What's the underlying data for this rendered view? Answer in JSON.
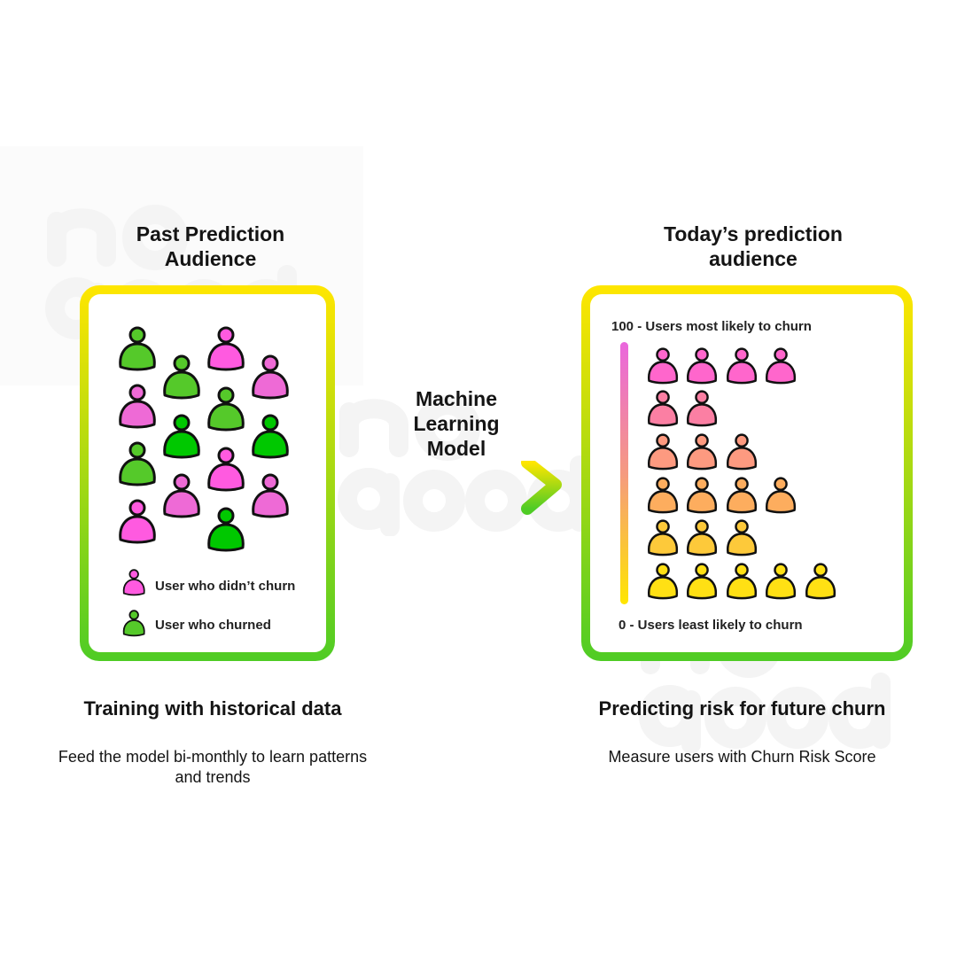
{
  "watermark": "no good",
  "left": {
    "title": "Past Prediction Audience",
    "legend": [
      {
        "label": "User who didn’t churn",
        "color": "#ff5ae0"
      },
      {
        "label": "User who churned",
        "color": "#55c92a"
      }
    ],
    "caption": "Training with historical data",
    "description": "Feed the model bi-monthly to learn patterns and trends",
    "users": [
      {
        "col": 0,
        "row": 0,
        "color": "#55c92a"
      },
      {
        "col": 0,
        "row": 1,
        "color": "#ee6ad6"
      },
      {
        "col": 0,
        "row": 2,
        "color": "#55c92a"
      },
      {
        "col": 0,
        "row": 3,
        "color": "#ff5ae0"
      },
      {
        "col": 1,
        "row": 0,
        "color": "#55c92a"
      },
      {
        "col": 1,
        "row": 1,
        "color": "#00c800"
      },
      {
        "col": 1,
        "row": 2,
        "color": "#ee6ad6"
      },
      {
        "col": 2,
        "row": 0,
        "color": "#ff5ae0"
      },
      {
        "col": 2,
        "row": 1,
        "color": "#55c92a"
      },
      {
        "col": 2,
        "row": 2,
        "color": "#ff5ae0"
      },
      {
        "col": 2,
        "row": 3,
        "color": "#00c800"
      },
      {
        "col": 3,
        "row": 0,
        "color": "#ee6ad6"
      },
      {
        "col": 3,
        "row": 1,
        "color": "#00c800"
      },
      {
        "col": 3,
        "row": 2,
        "color": "#ee6ad6"
      }
    ]
  },
  "middle": {
    "label": "Machine Learning Model"
  },
  "right": {
    "title": "Today’s prediction audience",
    "top_label": "100 - Users most likely to churn",
    "bottom_label": "0 - Users least likely to churn",
    "caption": "Predicting risk for future churn",
    "description": "Measure users with Churn Risk Score",
    "rows": [
      {
        "count": 4,
        "color": "#ff66cc"
      },
      {
        "count": 2,
        "color": "#fb7fa3"
      },
      {
        "count": 3,
        "color": "#fd9a80"
      },
      {
        "count": 4,
        "color": "#fdad5e"
      },
      {
        "count": 3,
        "color": "#fdc93a"
      },
      {
        "count": 5,
        "color": "#ffe014"
      }
    ]
  }
}
